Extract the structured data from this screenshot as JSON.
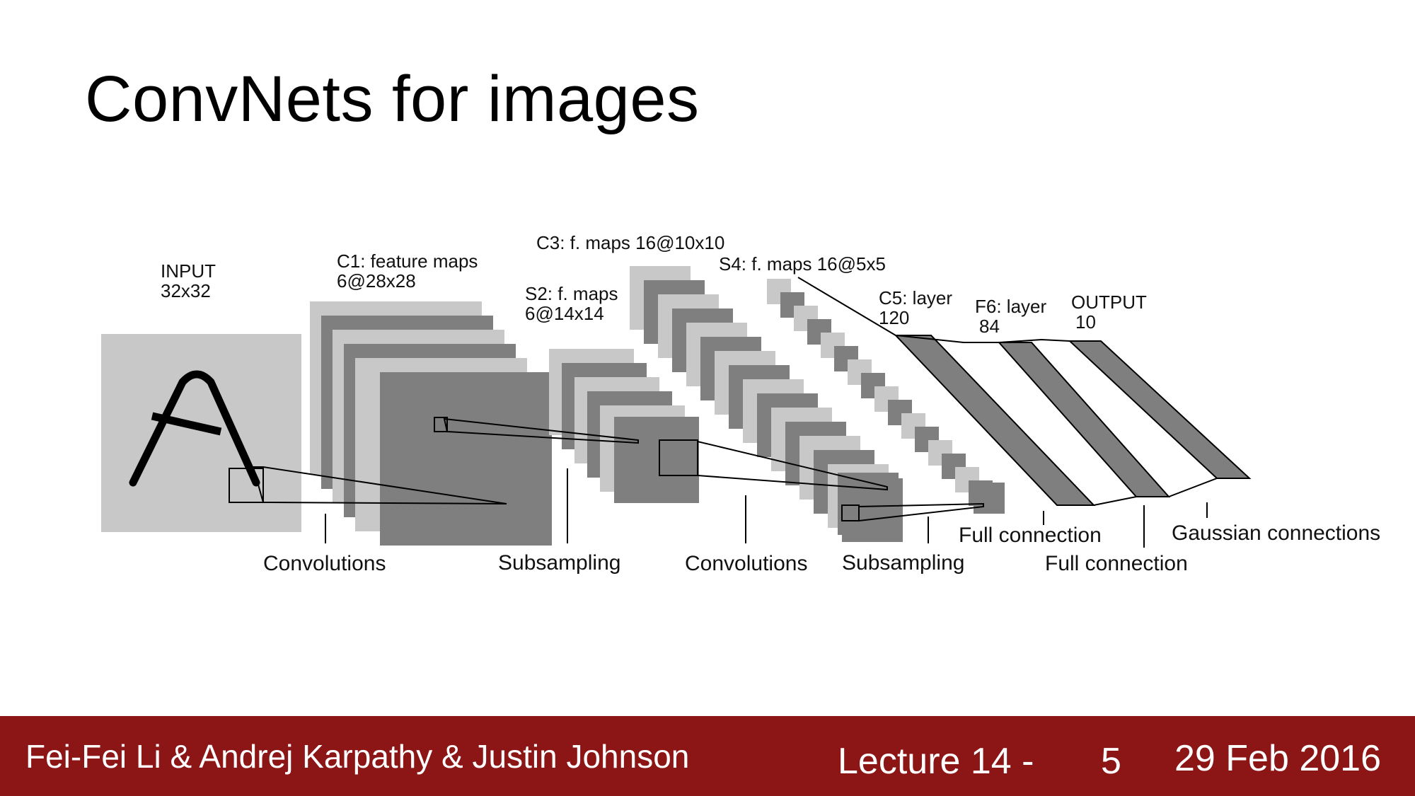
{
  "slide": {
    "title": "ConvNets for images"
  },
  "diagram": {
    "layers": {
      "input": {
        "name": "INPUT",
        "size": "32x32"
      },
      "c1": {
        "name": "C1: feature maps",
        "size": "6@28x28"
      },
      "s2": {
        "name": "S2: f. maps",
        "size": "6@14x14"
      },
      "c3": {
        "name": "C3: f. maps 16@10x10"
      },
      "s4": {
        "name": "S4: f. maps 16@5x5"
      },
      "c5": {
        "name": "C5: layer",
        "size": "120"
      },
      "f6": {
        "name": "F6: layer",
        "size": "84"
      },
      "output": {
        "name": "OUTPUT",
        "size": "10"
      }
    },
    "operations": {
      "op1": "Convolutions",
      "op2": "Subsampling",
      "op3": "Convolutions",
      "op4": "Subsampling",
      "op5": "Full connection",
      "op6": "Full connection",
      "op7": "Gaussian connections"
    },
    "colors": {
      "light": "#c8c8c8",
      "dark": "#7f7f7f",
      "stroke": "#000000"
    }
  },
  "footer": {
    "authors": "Fei-Fei Li & Andrej Karpathy & Justin Johnson",
    "lecture": "Lecture 14 -",
    "page": "5",
    "date": "29 Feb 2016",
    "background": "#8c1515"
  }
}
